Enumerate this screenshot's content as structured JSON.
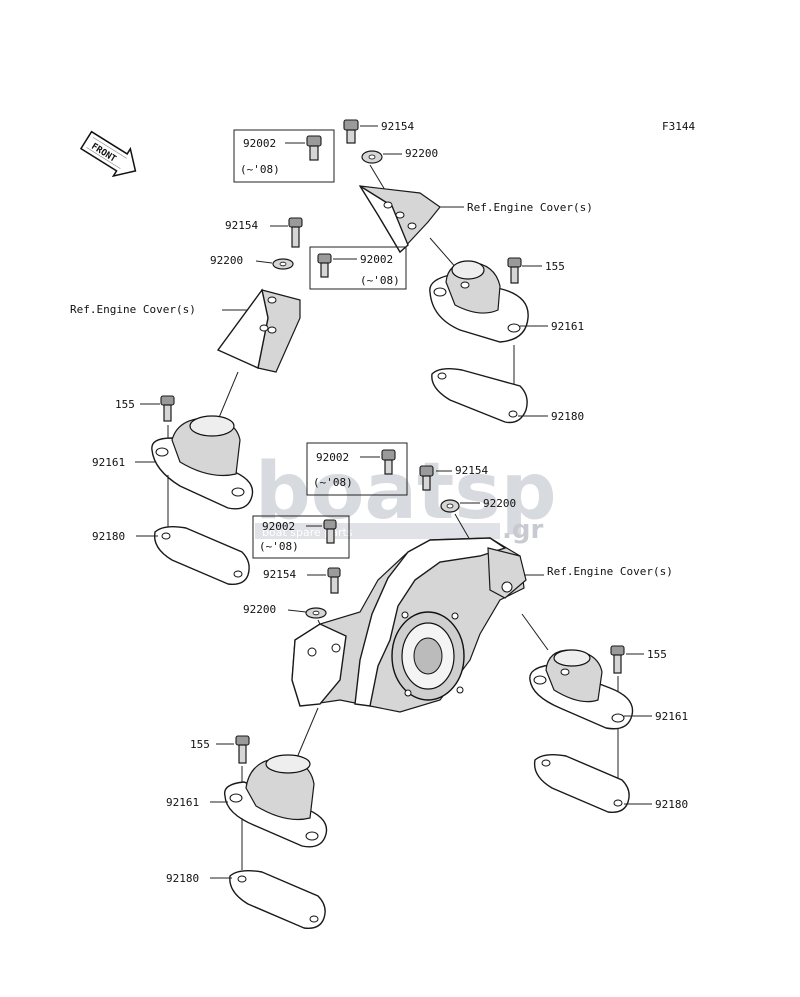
{
  "figure_code": "F3144",
  "front_label": "FRONT",
  "watermark": {
    "main": "boatsp",
    "suffix": ".gr",
    "tagline": "boat spare parts"
  },
  "callouts": {
    "c1": "92002",
    "c1_note": "(~'08)",
    "c2": "92154",
    "c3": "92200",
    "c4": "Ref.Engine Cover(s)",
    "c5": "92154",
    "c6": "92200",
    "c7": "92002",
    "c7_note": "(~'08)",
    "c8": "155",
    "c9": "Ref.Engine Cover(s)",
    "c10": "92161",
    "c11": "92180",
    "c12": "155",
    "c13": "92161",
    "c14": "92180",
    "c15": "92002",
    "c15_note": "(~'08)",
    "c16": "92154",
    "c17": "92200",
    "c18": "92002",
    "c18_note": "(~'08)",
    "c19": "92154",
    "c20": "Ref.Engine Cover(s)",
    "c21": "92200",
    "c22": "155",
    "c23": "92161",
    "c24": "92180",
    "c25": "155",
    "c26": "92161",
    "c27": "92180"
  }
}
